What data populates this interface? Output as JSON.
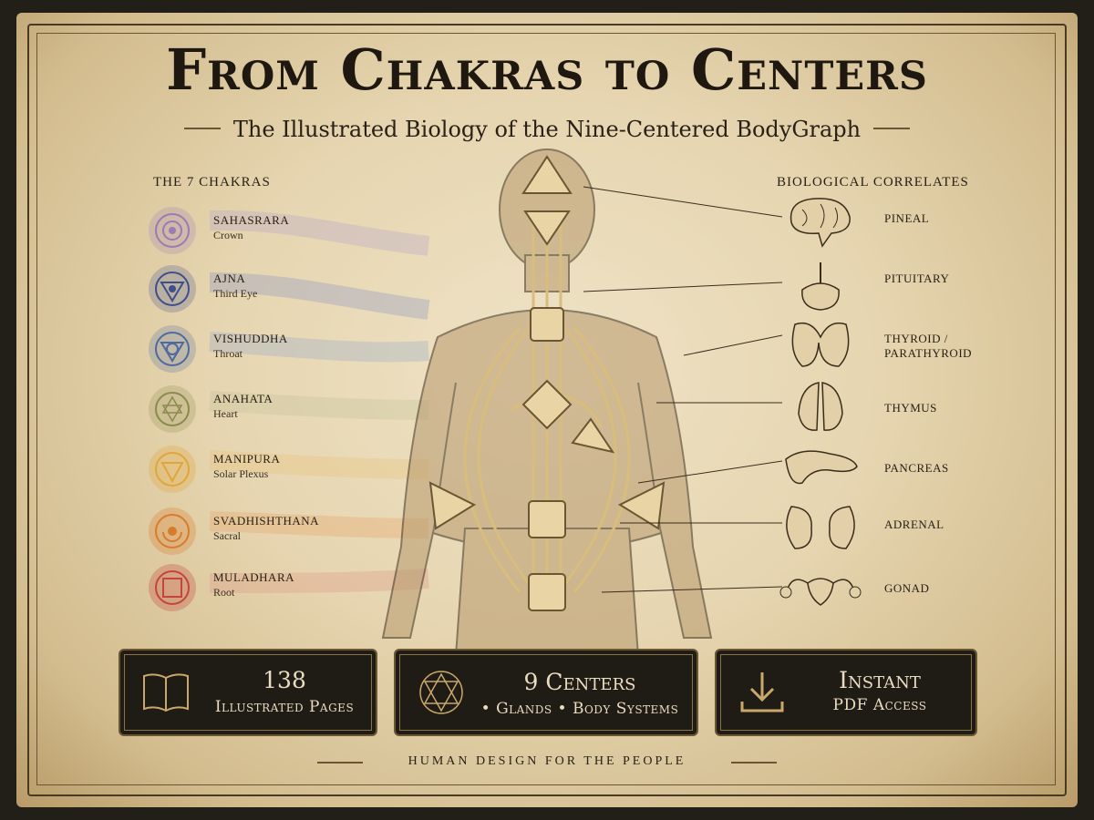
{
  "title": "From Chakras to Centers",
  "subtitle": "The Illustrated Biology of the Nine-Centered BodyGraph",
  "chakras_heading": "THE 7 CHAKRAS",
  "correlates_heading": "BIOLOGICAL CORRELATES",
  "chakras": [
    {
      "name": "SAHASRARA",
      "sub": "Crown",
      "color": "#9b7bb3"
    },
    {
      "name": "AJNA",
      "sub": "Third Eye",
      "color": "#3f4f8c"
    },
    {
      "name": "VISHUDDHA",
      "sub": "Throat",
      "color": "#4f6a9e"
    },
    {
      "name": "ANAHATA",
      "sub": "Heart",
      "color": "#8a8a4e"
    },
    {
      "name": "MANIPURA",
      "sub": "Solar Plexus",
      "color": "#e0a63a"
    },
    {
      "name": "SVADHISHTHANA",
      "sub": "Sacral",
      "color": "#d97c2a"
    },
    {
      "name": "MULADHARA",
      "sub": "Root",
      "color": "#c2463a"
    }
  ],
  "correlates": [
    {
      "line1": "PINEAL",
      "line2": ""
    },
    {
      "line1": "PITUITARY",
      "line2": ""
    },
    {
      "line1": "THYROID /",
      "line2": "PARATHYROID"
    },
    {
      "line1": "THYMUS",
      "line2": ""
    },
    {
      "line1": "PANCREAS",
      "line2": ""
    },
    {
      "line1": "ADRENAL",
      "line2": ""
    },
    {
      "line1": "GONAD",
      "line2": ""
    }
  ],
  "features": [
    {
      "line1": "138",
      "line2": "Illustrated Pages",
      "icon": "book-icon"
    },
    {
      "line1": "9 Centers",
      "line2": "• Glands • Body Systems",
      "icon": "bodygraph-icon"
    },
    {
      "line1": "Instant",
      "line2": "PDF Access",
      "icon": "download-icon"
    }
  ],
  "footer": "HUMAN DESIGN FOR THE PEOPLE",
  "colors": {
    "ink": "#1e1810",
    "parchment": "#e6d5b0",
    "gold": "#c9a86a",
    "panel": "#1f1b15"
  }
}
